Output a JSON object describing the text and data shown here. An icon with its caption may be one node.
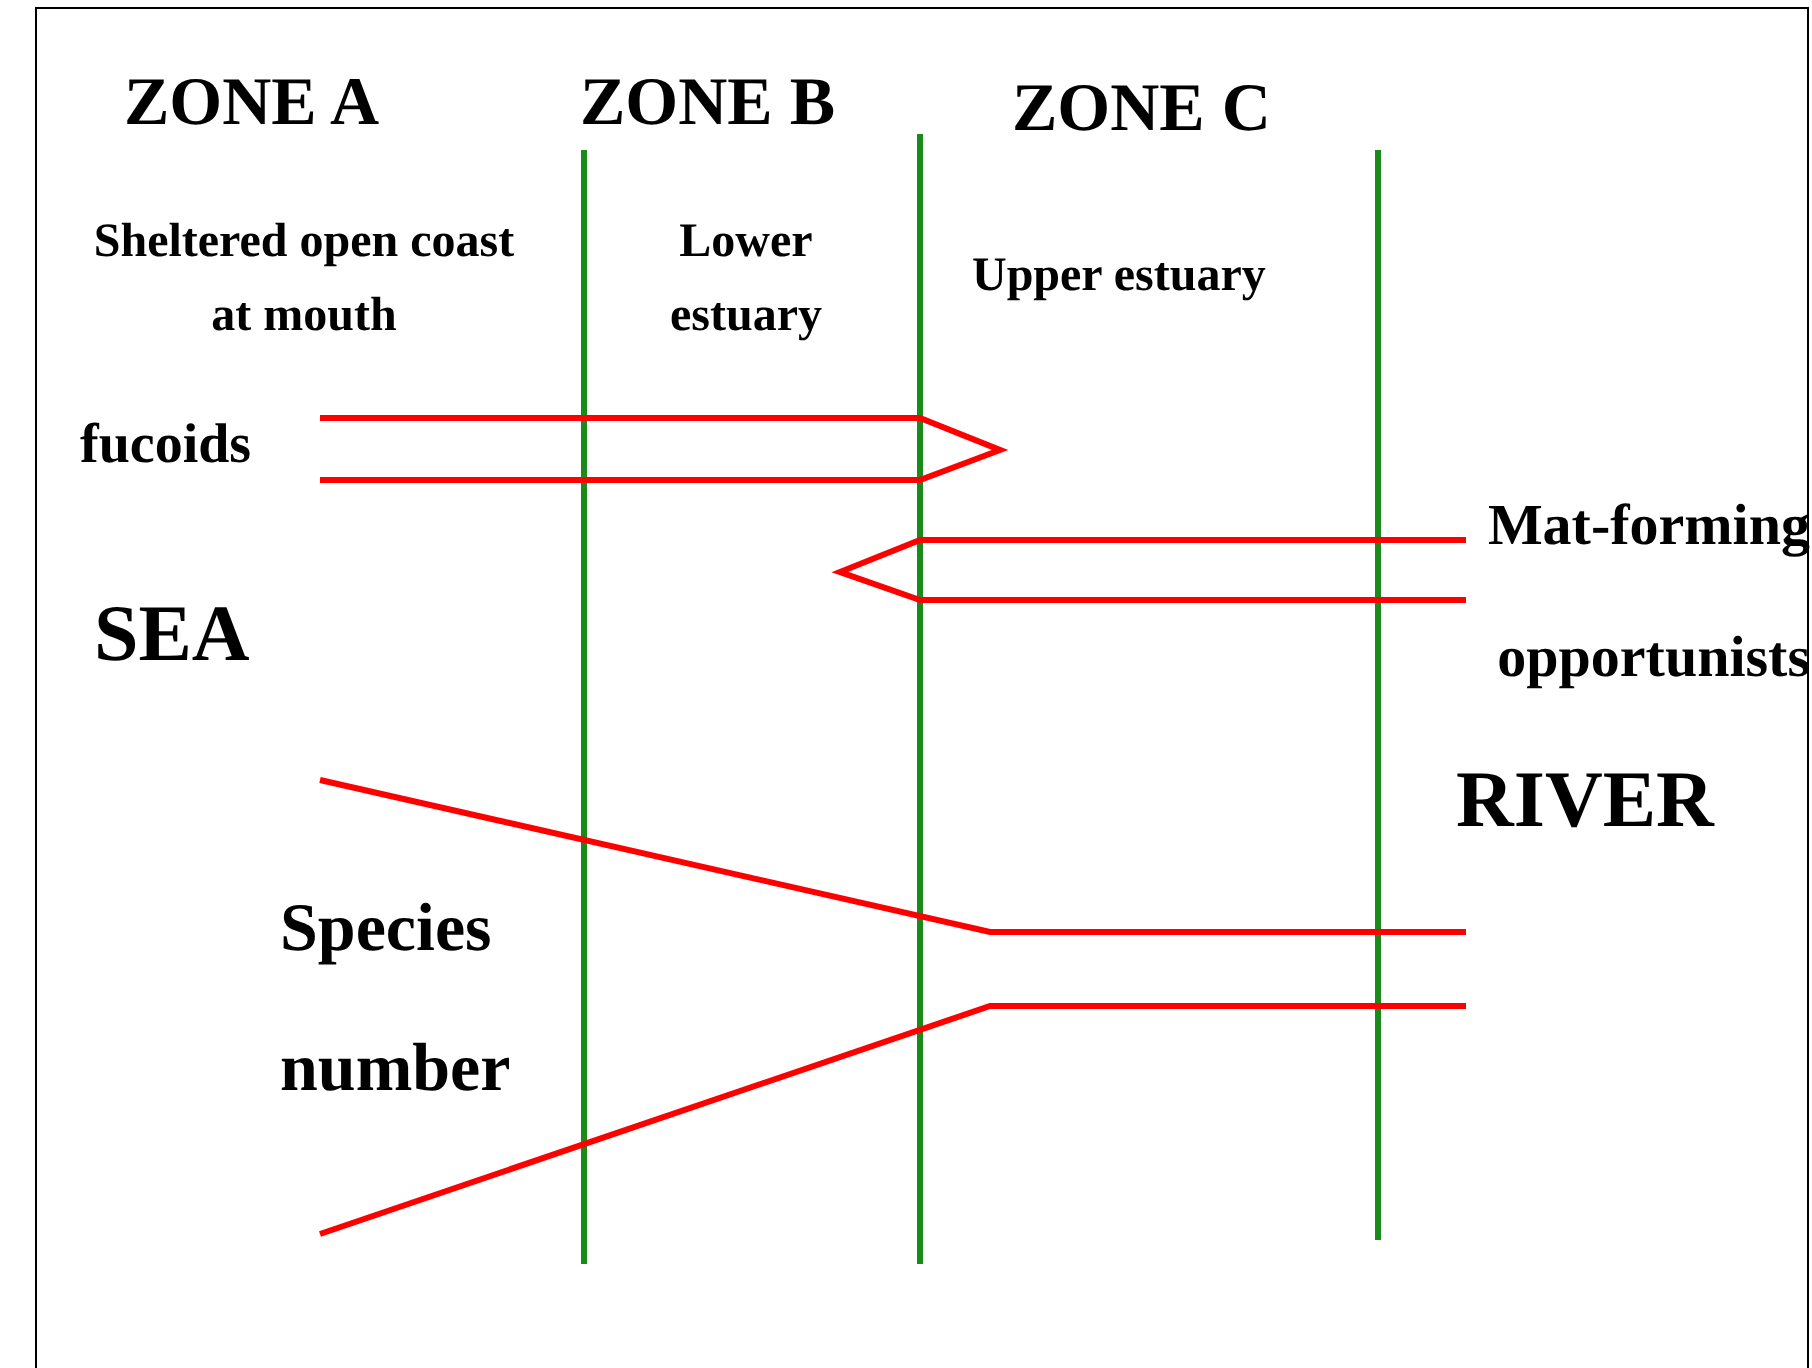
{
  "diagram": {
    "labels": [
      "ZONE A",
      "ZONE B",
      "ZONE C",
      "Sheltered open coast at mouth",
      "Lower estuary",
      "Upper estuary",
      "fucoids",
      "Mat-forming opportunists",
      "SEA",
      "RIVER",
      "Species number"
    ]
  }
}
